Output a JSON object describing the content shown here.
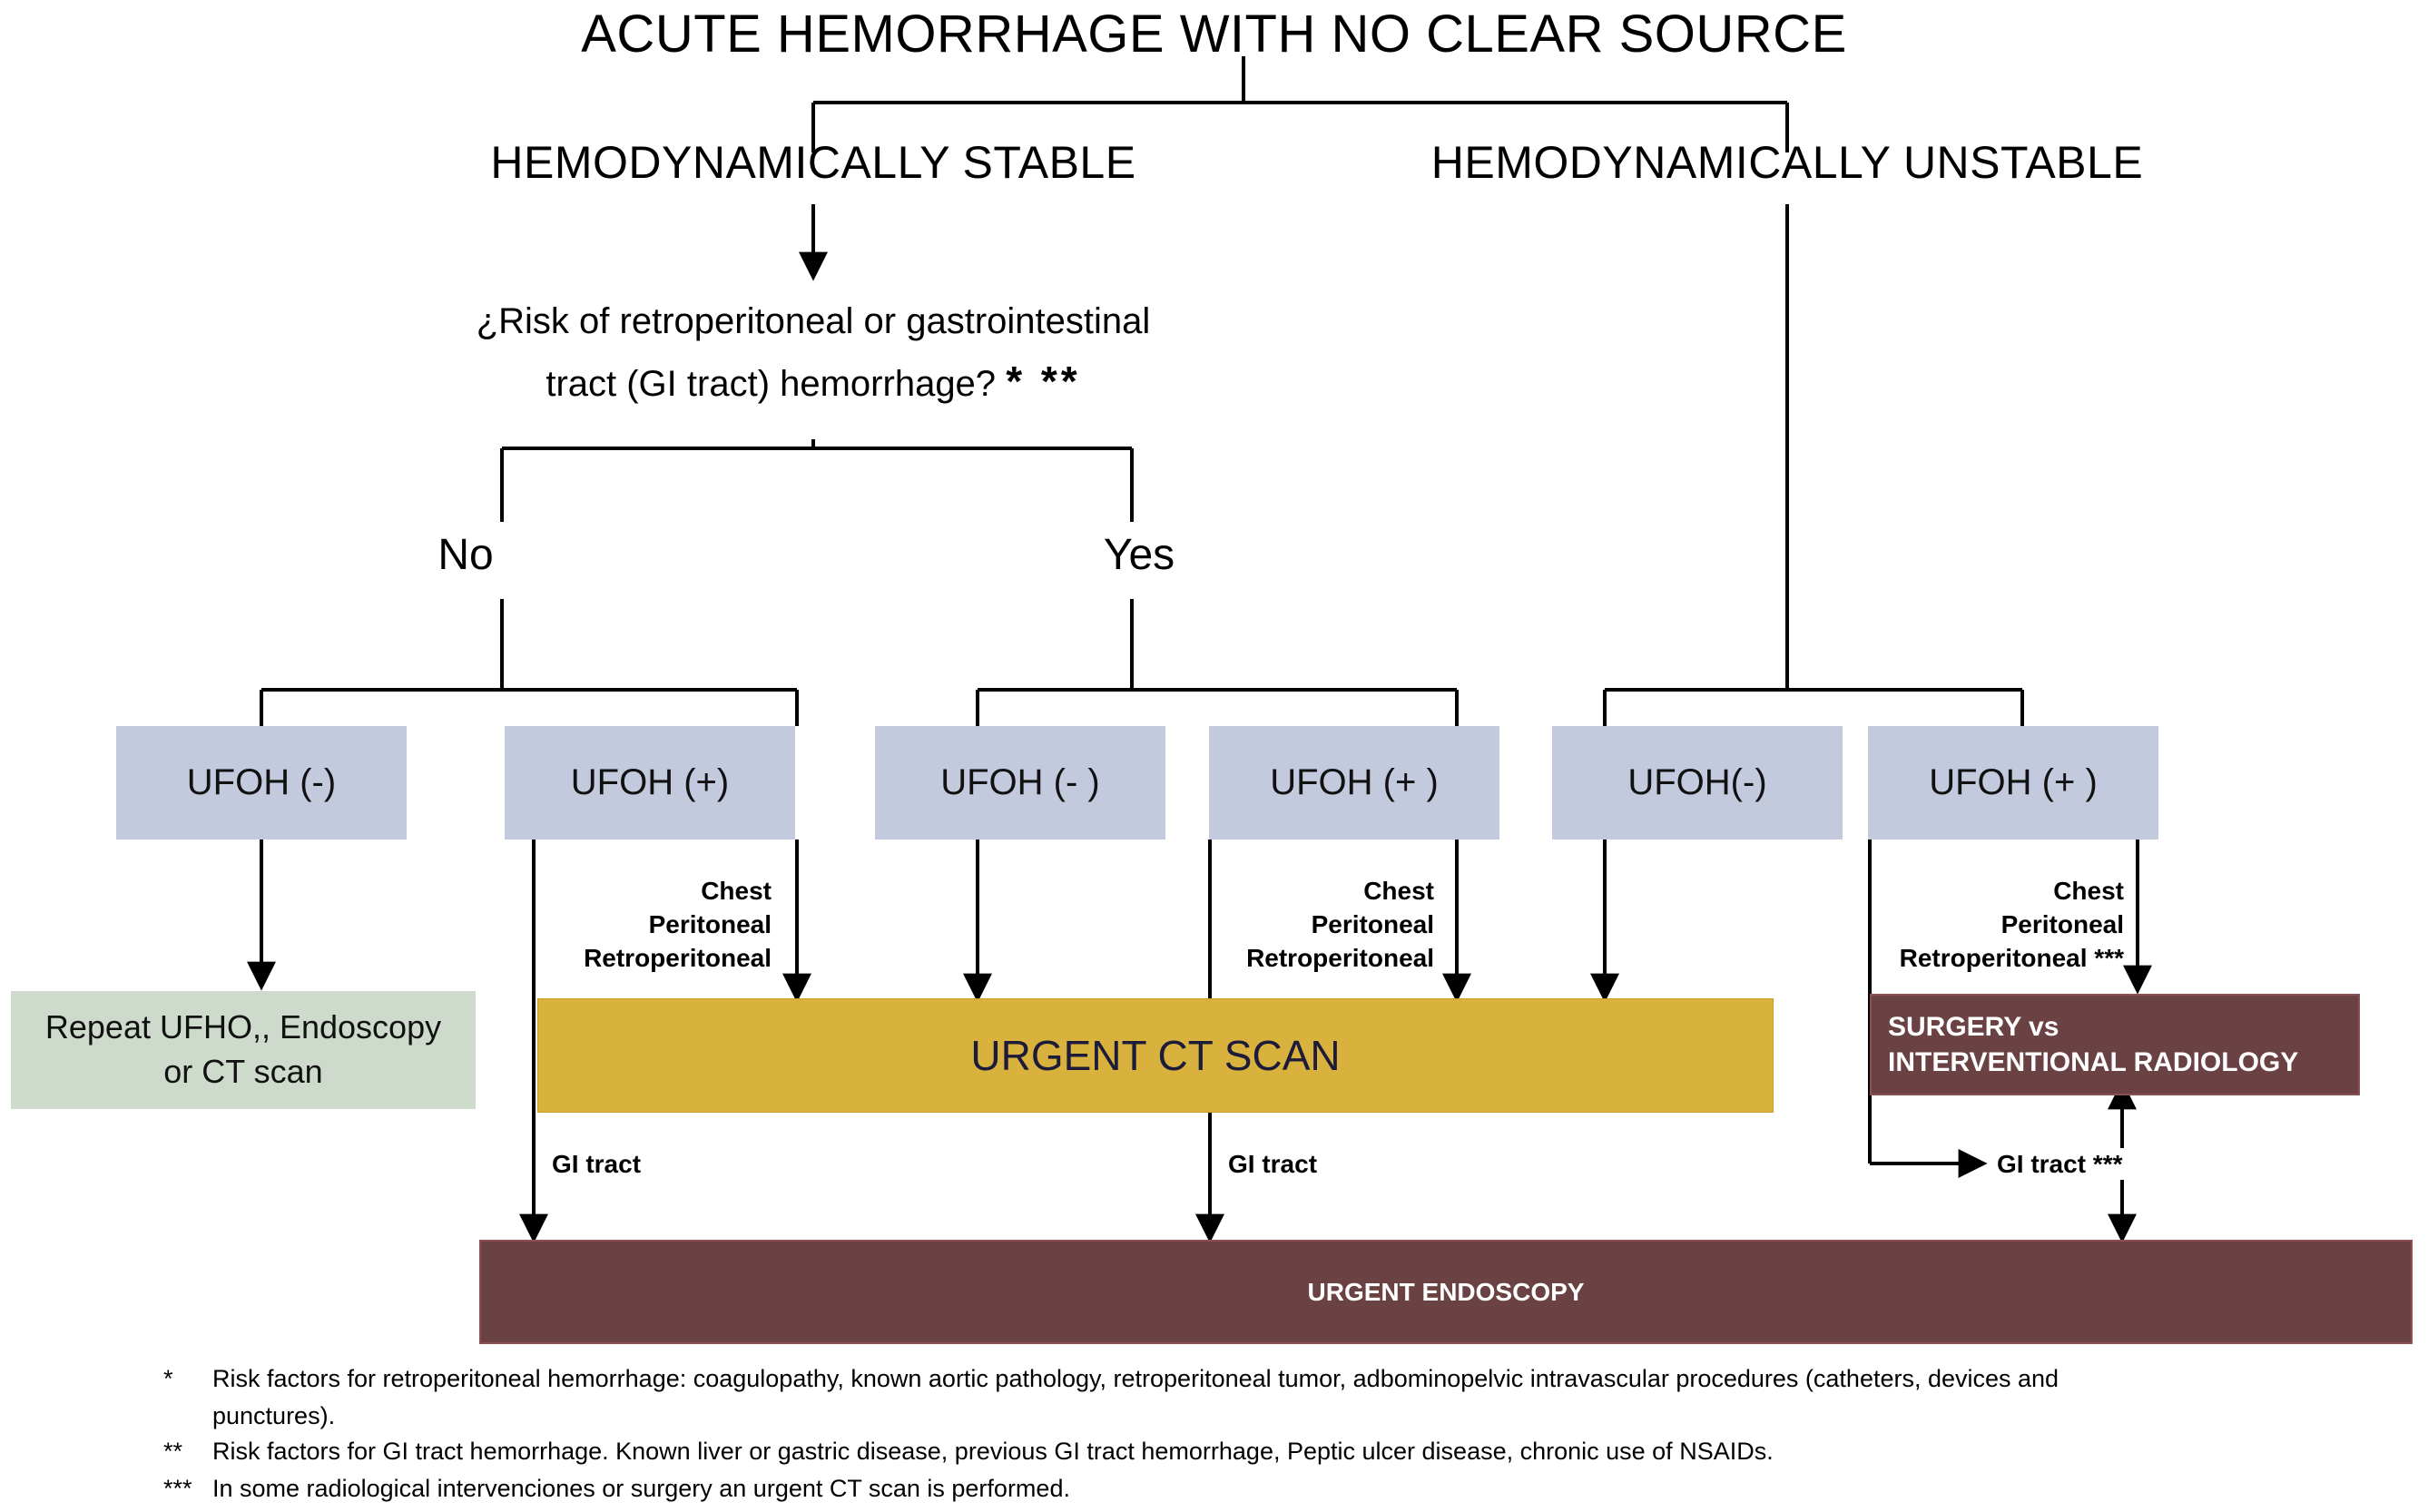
{
  "title": "ACUTE HEMORRHAGE WITH NO CLEAR SOURCE",
  "branches": {
    "stable": "HEMODYNAMICALLY STABLE",
    "unstable": "HEMODYNAMICALLY UNSTABLE"
  },
  "question": {
    "line1": "¿Risk of retroperitoneal or gastrointestinal",
    "line2": "tract  (GI tract) hemorrhage?",
    "stars": "*  **"
  },
  "decision": {
    "no": "No",
    "yes": "Yes"
  },
  "ufoh": {
    "stable_no_neg": "UFOH (-)",
    "stable_no_pos": "UFOH (+)",
    "stable_yes_neg": "UFOH (- )",
    "stable_yes_pos": "UFOH (+ )",
    "unstable_neg": "UFOH(-)",
    "unstable_pos": "UFOH (+ )"
  },
  "outcomes": {
    "repeat_line1": "Repeat  UFHO,, Endoscopy",
    "repeat_line2": "or CT scan",
    "ct_scan": "URGENT CT SCAN",
    "surgery_line1": "SURGERY vs",
    "surgery_line2": "INTERVENTIONAL RADIOLOGY",
    "endoscopy": "URGENT ENDOSCOPY"
  },
  "edge_labels": {
    "sites_chest": "Chest",
    "sites_peritoneal": "Peritoneal",
    "sites_retroperitoneal": "Retroperitoneal",
    "sites_retroperitoneal_stars": "Retroperitoneal ***",
    "gi_tract": "GI tract",
    "gi_tract_stars": "GI tract ***"
  },
  "footnotes": [
    {
      "mark": "*",
      "text": "Risk factors for retroperitoneal hemorrhage: coagulopathy, known aortic pathology, retroperitoneal tumor, adbominopelvic intravascular procedures (catheters, devices and",
      "continuation": "punctures)."
    },
    {
      "mark": "**",
      "text": "Risk factors for GI tract hemorrhage. Known liver or gastric disease, previous GI tract hemorrhage, Peptic ulcer disease, chronic use of NSAIDs.",
      "continuation": ""
    },
    {
      "mark": "***",
      "text": "In some radiological intervenciones or surgery an urgent CT scan is performed.",
      "continuation": ""
    }
  ],
  "colors": {
    "ufoh_fill": "#c3cade",
    "repeat_fill": "#cedbcc",
    "ct_fill": "#d9b23d",
    "maroon_fill": "#6b4244",
    "line": "#000000",
    "background": "#ffffff"
  }
}
